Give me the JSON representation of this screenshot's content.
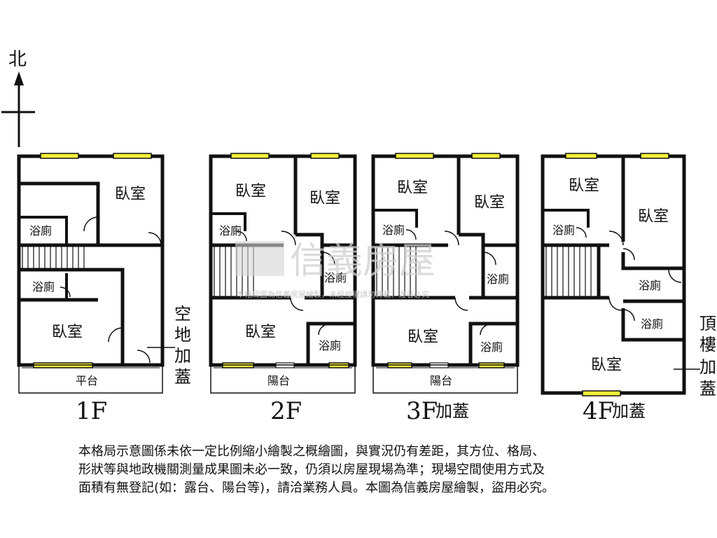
{
  "compass": {
    "north": "北"
  },
  "floors": [
    {
      "name": "1F",
      "suffix": "",
      "rooms": [
        "臥室",
        "浴廁",
        "浴廁",
        "臥室"
      ],
      "balcony": "平台",
      "side_note": [
        "空",
        "地",
        "加",
        "蓋"
      ]
    },
    {
      "name": "2F",
      "suffix": "",
      "rooms": [
        "臥室",
        "臥室",
        "浴廁",
        "浴廁",
        "臥室",
        "浴廁"
      ],
      "balcony": "陽台"
    },
    {
      "name": "3F",
      "suffix": "加蓋",
      "rooms": [
        "臥室",
        "臥室",
        "浴廁",
        "浴廁",
        "臥室",
        "浴廁"
      ],
      "balcony": "陽台"
    },
    {
      "name": "4F",
      "suffix": "加蓋",
      "rooms": [
        "臥室",
        "臥室",
        "浴廁",
        "浴廁",
        "浴廁",
        "臥室"
      ],
      "side_note": [
        "頂",
        "樓",
        "加",
        "蓋"
      ]
    }
  ],
  "watermark": {
    "brand": "信義房屋",
    "notice": "本格局圖為信義房屋繪製，未經授權請勿轉載，違者必究"
  },
  "disclaimer": [
    "本格局示意圖係未依一定比例縮小繪製之概繪圖，與實況仍有差距，其方位、格局、",
    "形狀等與地政機關測量成果圖未必一致，仍須以房屋現場為準；現場空間使用方式及",
    "面積有無登記(如：露台、陽台等)，請洽業務人員。本圖為信義房屋繪製，盜用必究。"
  ],
  "colors": {
    "wall": "#111111",
    "window": "#f2ee3a",
    "watermark": "#cfcfcf"
  }
}
